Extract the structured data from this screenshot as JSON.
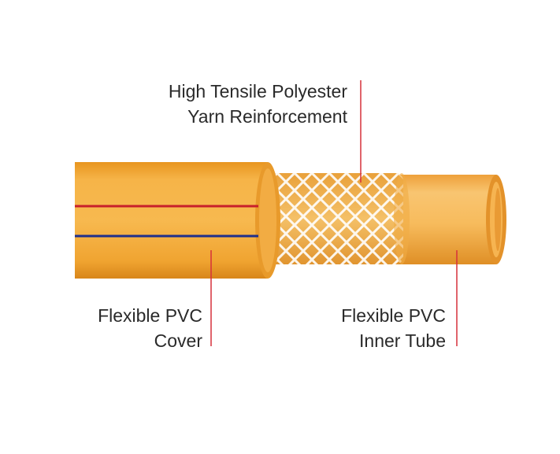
{
  "labels": {
    "yarn": {
      "line1": "High Tensile Polyester",
      "line2": "Yarn Reinforcement"
    },
    "cover": {
      "line1": "Flexible PVC",
      "line2": "Cover"
    },
    "inner": {
      "line1": "Flexible PVC",
      "line2": "Inner Tube"
    }
  },
  "colors": {
    "background": "#ffffff",
    "pvc_orange": "#f2a93b",
    "pvc_dark": "#d98a1c",
    "stripe_red": "#c8202b",
    "stripe_blue": "#1f2f8c",
    "leader_line": "#d6303a",
    "mesh": "#ffffff",
    "text": "#2a2a2a"
  }
}
